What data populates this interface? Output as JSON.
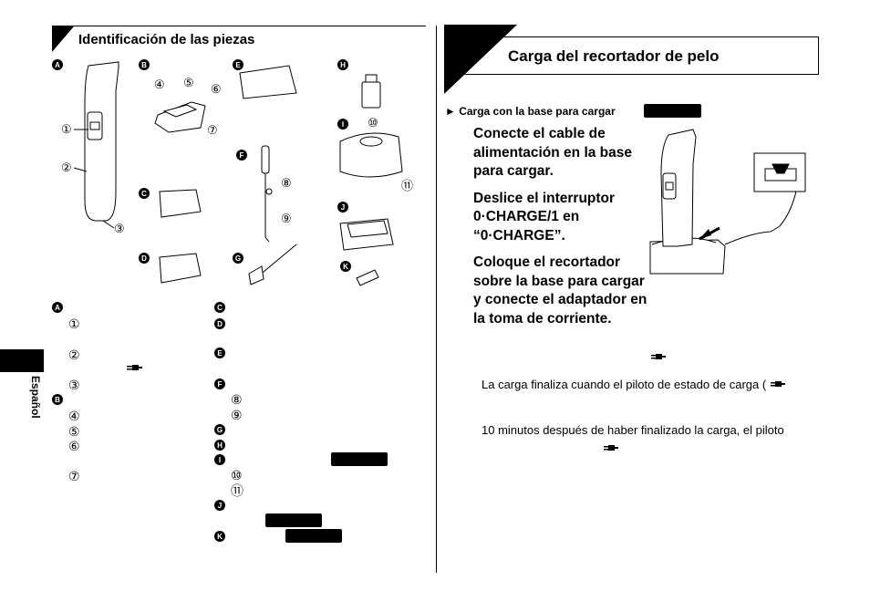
{
  "left": {
    "section_title": "Identificación de las piezas",
    "letters": [
      "A",
      "B",
      "C",
      "D",
      "E",
      "F",
      "G",
      "H",
      "I",
      "J",
      "K"
    ],
    "numbers": [
      "①",
      "②",
      "③",
      "④",
      "⑤",
      "⑥",
      "⑦",
      "⑧",
      "⑨",
      "⑩",
      "⑪"
    ]
  },
  "side_tab_label": "Español",
  "right": {
    "section_title": "Carga del recortador de pelo",
    "sub_heading": "► Carga con la base para cargar",
    "steps": [
      "Conecte el cable de alimentación en la base para cargar.",
      "Deslice el interruptor 0·CHARGE/1 en “0·CHARGE”.",
      "Coloque el recortador sobre la base para cargar y conecte el adaptador en la toma de corriente."
    ],
    "note1": "La carga finaliza cuando el piloto de estado de carga (",
    "note2": "10 minutos después de haber finalizado la carga, el piloto"
  },
  "icons": [
    "plug-icon"
  ]
}
